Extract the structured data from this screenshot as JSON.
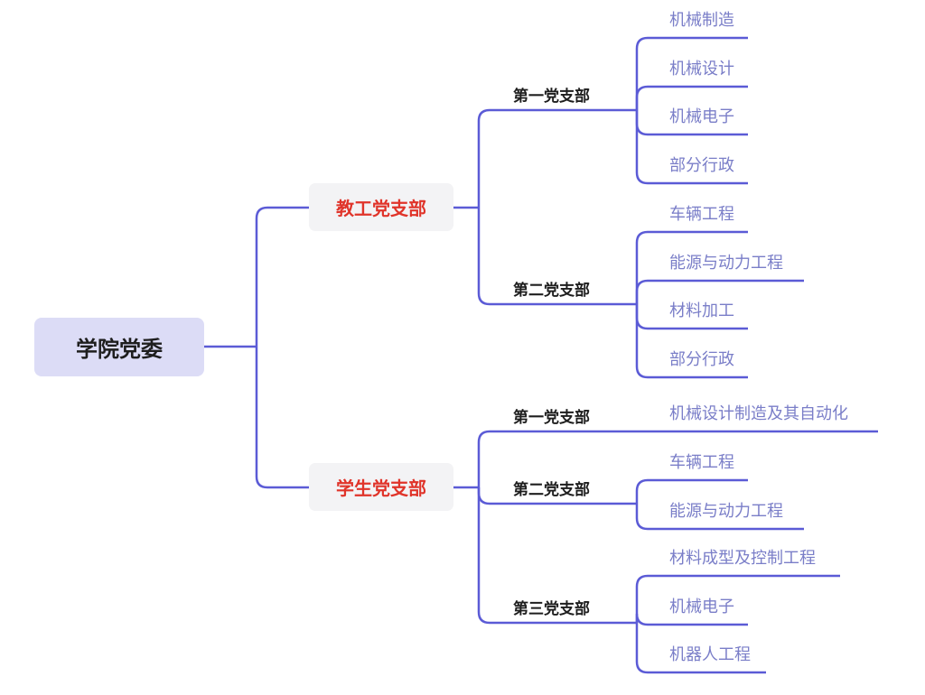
{
  "colors": {
    "line": "#5b5bd6",
    "root_fill": "#dcdcf6",
    "branch_text": "#e0342a",
    "leaf_text": "#7a7ec8"
  },
  "root": {
    "label": "学院党委"
  },
  "branches": [
    {
      "label": "教工党支部",
      "sub": [
        {
          "label": "第一党支部",
          "leaves": [
            "机械制造",
            "机械设计",
            "机械电子",
            "部分行政"
          ]
        },
        {
          "label": "第二党支部",
          "leaves": [
            "车辆工程",
            "能源与动力工程",
            "材料加工",
            "部分行政"
          ]
        }
      ]
    },
    {
      "label": "学生党支部",
      "sub": [
        {
          "label": "第一党支部",
          "leaves": [
            "机械设计制造及其自动化"
          ]
        },
        {
          "label": "第二党支部",
          "leaves": [
            "车辆工程",
            "能源与动力工程"
          ]
        },
        {
          "label": "第三党支部",
          "leaves": [
            "材料成型及控制工程",
            "机械电子",
            "机器人工程"
          ]
        }
      ]
    }
  ]
}
